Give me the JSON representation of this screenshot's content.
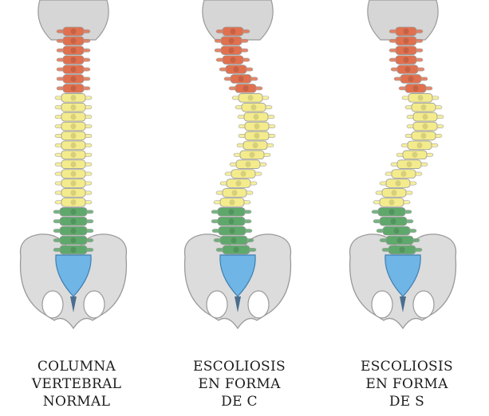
{
  "figures": [
    {
      "id": "normal",
      "caption": [
        "COLUMNA",
        "VERTEBRAL",
        "NORMAL"
      ]
    },
    {
      "id": "c-shape",
      "caption": [
        "ESCOLIOSIS",
        "EN FORMA",
        "DE C"
      ]
    },
    {
      "id": "s-shape",
      "caption": [
        "ESCOLIOSIS",
        "EN FORMA",
        "DE S"
      ]
    }
  ],
  "colors": {
    "cervical": "#e1704e",
    "thoracic": "#f4ec8c",
    "lumbar": "#5ea86b",
    "sacrum": "#6fb5e6",
    "bone": "#dcdcdc",
    "outline": "#9a9a9a"
  }
}
